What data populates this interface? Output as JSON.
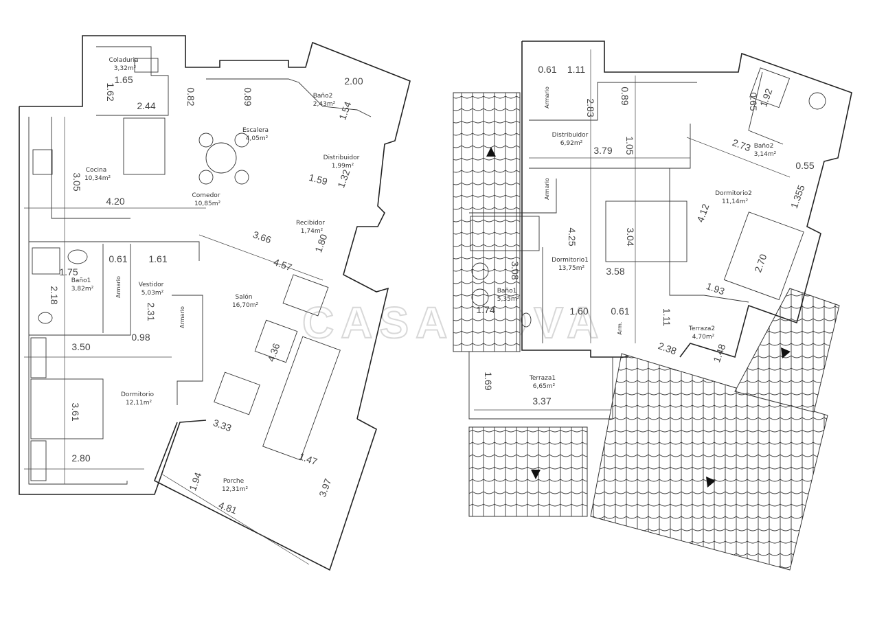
{
  "watermark": "CASANOVA",
  "left_plan": {
    "rooms": [
      {
        "name": "Coladuria",
        "area": "3,32m²"
      },
      {
        "name": "Baño2",
        "area": "2,43m²"
      },
      {
        "name": "Escalera",
        "area": "4,05m²"
      },
      {
        "name": "Distribuidor",
        "area": "1,99m²"
      },
      {
        "name": "Cocina",
        "area": "10,34m²"
      },
      {
        "name": "Comedor",
        "area": "10,85m²"
      },
      {
        "name": "Recibidor",
        "area": "1,74m²"
      },
      {
        "name": "Baño1",
        "area": "3,82m²"
      },
      {
        "name": "Vestidor",
        "area": "5,03m²"
      },
      {
        "name": "Salón",
        "area": "16,70m²"
      },
      {
        "name": "Dormitorio",
        "area": "12,11m²"
      },
      {
        "name": "Porche",
        "area": "12,31m²"
      }
    ],
    "labels": [
      "Armario",
      "Armario"
    ],
    "dims": [
      "1.65",
      "1.62",
      "2.44",
      "0.82",
      "0.89",
      "2.00",
      "1.54",
      "1.59",
      "1.32",
      "3.05",
      "4.20",
      "1.80",
      "3.66",
      "4.57",
      "1.75",
      "2.18",
      "0.61",
      "1.61",
      "2.31",
      "0.98",
      "3.50",
      "4.36",
      "3.61",
      "3.33",
      "2.80",
      "1.94",
      "1.47",
      "3.97",
      "4.81"
    ]
  },
  "right_plan": {
    "rooms": [
      {
        "name": "Distribuidor",
        "area": "6,92m²"
      },
      {
        "name": "Baño2",
        "area": "3,14m²"
      },
      {
        "name": "Dormitorio2",
        "area": "11,14m²"
      },
      {
        "name": "Dormitorio1",
        "area": "13,75m²"
      },
      {
        "name": "Baño1",
        "area": "5,35m²"
      },
      {
        "name": "Terraza2",
        "area": "4,70m²"
      },
      {
        "name": "Terraza1",
        "area": "6,65m²"
      }
    ],
    "labels": [
      "Armario",
      "Armario",
      "Arm."
    ],
    "dims": [
      "0.61",
      "1.11",
      "2.83",
      "0.89",
      "3.79",
      "1.05",
      "2.73",
      "1.92",
      "0.65",
      "0.55",
      "1.355",
      "4.25",
      "3.04",
      "4.12",
      "3.58",
      "3.08",
      "2.70",
      "1.93",
      "1.74",
      "1.60",
      "0.61",
      "1.11",
      "2.38",
      "1.48",
      "1.69",
      "3.37"
    ]
  }
}
